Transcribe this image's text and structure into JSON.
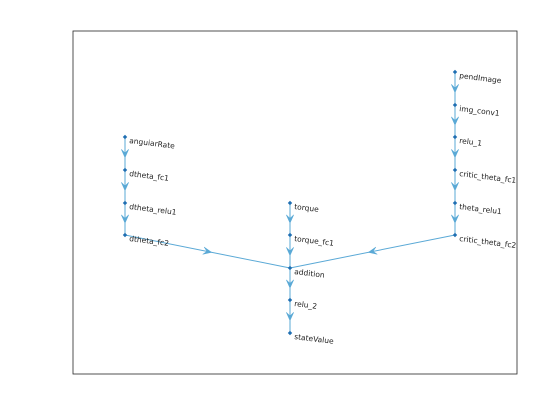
{
  "graph": {
    "nodes": [
      {
        "id": "angularRate",
        "label": "anguiarRate"
      },
      {
        "id": "dtheta_fc1",
        "label": "dtheta_fc1"
      },
      {
        "id": "dtheta_relu1",
        "label": "dtheta_relu1"
      },
      {
        "id": "dtheta_fc2",
        "label": "dtheta_fc2"
      },
      {
        "id": "torque",
        "label": "torque"
      },
      {
        "id": "torque_fc1",
        "label": "torque_fc1"
      },
      {
        "id": "addition",
        "label": "addition"
      },
      {
        "id": "relu_2",
        "label": "relu_2"
      },
      {
        "id": "stateValue",
        "label": "stateValue"
      },
      {
        "id": "pendImage",
        "label": "pendImage"
      },
      {
        "id": "img_conv1",
        "label": "img_conv1"
      },
      {
        "id": "relu_1",
        "label": "relu_1"
      },
      {
        "id": "critic_theta_fc1",
        "label": "critic_theta_fc1"
      },
      {
        "id": "theta_relu1",
        "label": "theta_relu1"
      },
      {
        "id": "critic_theta_fc2",
        "label": "critic_theta_fc2"
      }
    ],
    "edges": [
      [
        "angularRate",
        "dtheta_fc1"
      ],
      [
        "dtheta_fc1",
        "dtheta_relu1"
      ],
      [
        "dtheta_relu1",
        "dtheta_fc2"
      ],
      [
        "dtheta_fc2",
        "addition"
      ],
      [
        "torque",
        "torque_fc1"
      ],
      [
        "torque_fc1",
        "addition"
      ],
      [
        "addition",
        "relu_2"
      ],
      [
        "relu_2",
        "stateValue"
      ],
      [
        "pendImage",
        "img_conv1"
      ],
      [
        "img_conv1",
        "relu_1"
      ],
      [
        "relu_1",
        "critic_theta_fc1"
      ],
      [
        "critic_theta_fc1",
        "theta_relu1"
      ],
      [
        "theta_relu1",
        "critic_theta_fc2"
      ],
      [
        "critic_theta_fc2",
        "addition"
      ]
    ],
    "colors": {
      "node": "#1f6fb2",
      "edge": "#5aa9d6",
      "axes": "#262626"
    }
  }
}
